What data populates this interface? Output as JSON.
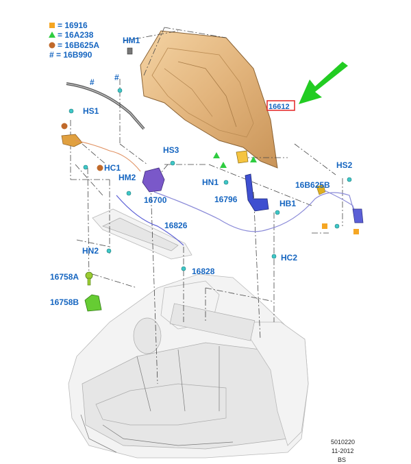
{
  "legend": [
    {
      "symbol": "square-orange-icon",
      "text": "= 16916",
      "color": "#f5a623"
    },
    {
      "symbol": "triangle-green-icon",
      "text": "= 16A238",
      "color": "#2ecc40"
    },
    {
      "symbol": "circle-brown-icon",
      "text": "= 16B625A",
      "color": "#c0692a"
    },
    {
      "symbol": "hash",
      "text": "# = 16B990"
    }
  ],
  "callouts": {
    "hm1": "HM1",
    "hs1": "HS1",
    "hs3": "HS3",
    "hs2": "HS2",
    "hc1": "HC1",
    "hm2": "HM2",
    "p16700": "16700",
    "hn1": "HN1",
    "p16796": "16796",
    "hb1": "HB1",
    "p16b625b": "16B625B",
    "p16826": "16826",
    "hn2": "HN2",
    "hc2": "HC2",
    "p16828": "16828",
    "p16758a": "16758A",
    "p16758b": "16758B",
    "hood": "16612",
    "hash1": "#",
    "hash2": "#"
  },
  "footer": {
    "code": "5010220",
    "date": "11-2012",
    "author": "BS"
  },
  "colors": {
    "label": "#1565c0",
    "arrow": "#22cc22",
    "highlight": "#e53030",
    "hood": "#e2b47c"
  }
}
